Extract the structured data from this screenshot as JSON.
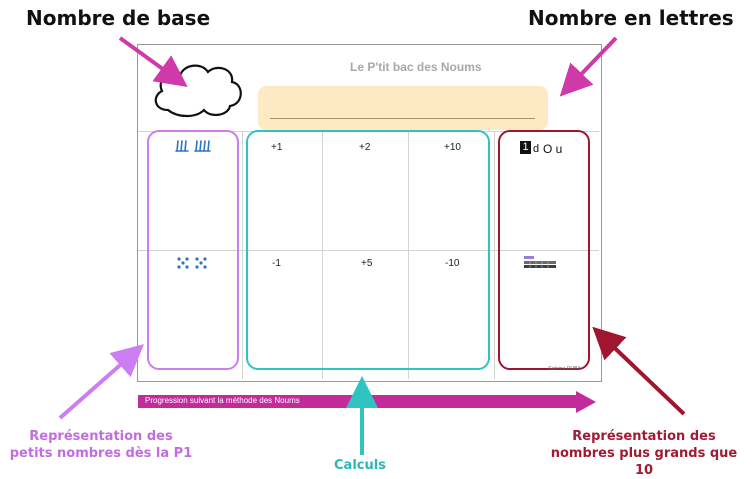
{
  "annotations": {
    "base_number": "Nombre de base",
    "number_in_words": "Nombre en lettres",
    "small_numbers": "Représentation des petits nombres dès la P1",
    "calculations": "Calculs",
    "big_numbers": "Représentation des nombres plus grands que 10"
  },
  "sheet": {
    "title": "Le P'tit bac des Noums",
    "progress_label": "Progression suivant la méthode des Noums",
    "ops_top": [
      "+1",
      "+2",
      "+10"
    ],
    "ops_bottom": [
      "-1",
      "+5",
      "-10"
    ],
    "du_d": "1",
    "du_d_letter": "d",
    "du_u": "O u",
    "signature": "Sabrina RUBY"
  },
  "colors": {
    "purple": "#cc7df2",
    "teal": "#2fc3c2",
    "dark_red": "#a0152f",
    "magenta": "#c32b9b",
    "cream": "#fde9c3",
    "icon_blue": "#2d75c3"
  }
}
